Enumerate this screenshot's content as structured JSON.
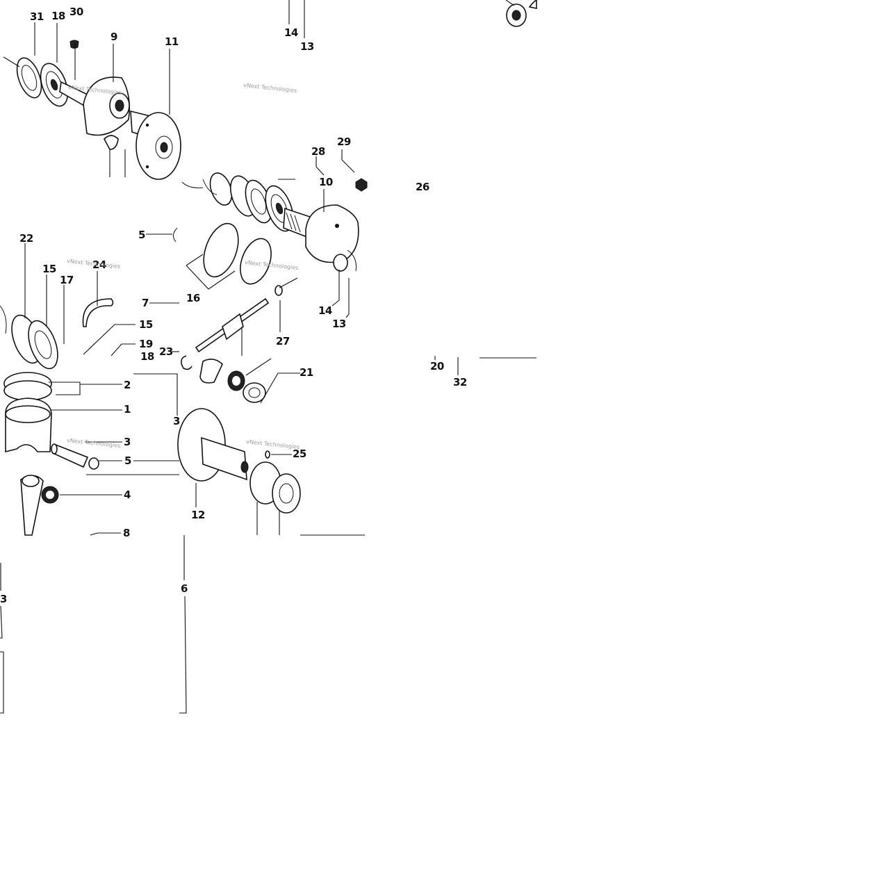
{
  "diagram": {
    "callouts": {
      "c_30": "30",
      "c_31": "31",
      "c_18a": "18",
      "c_9": "9",
      "c_11": "11",
      "c_14a": "14",
      "c_13a": "13",
      "c_28": "28",
      "c_29": "29",
      "c_10": "10",
      "c_26": "26",
      "c_22": "22",
      "c_15a": "15",
      "c_17": "17",
      "c_24": "24",
      "c_5a": "5",
      "c_7": "7",
      "c_16": "16",
      "c_14b": "14",
      "c_13b": "13",
      "c_27": "27",
      "c_15b": "15",
      "c_19": "19",
      "c_18b": "18",
      "c_23": "23",
      "c_21": "21",
      "c_20": "20",
      "c_32": "32",
      "c_2": "2",
      "c_1": "1",
      "c_3a": "3",
      "c_3b": "3",
      "c_5b": "5",
      "c_4": "4",
      "c_8": "8",
      "c_25": "25",
      "c_12": "12",
      "c_3c": "3",
      "c_6": "6"
    },
    "watermark": "vNext Technologies"
  }
}
